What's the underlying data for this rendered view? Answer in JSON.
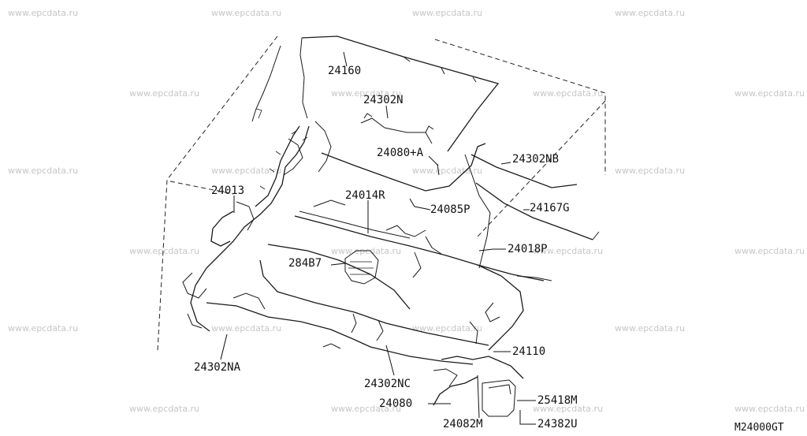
{
  "watermark": "www.epcdata.ru",
  "diagram_ref": "M24000GT",
  "parts": [
    {
      "id": "24160"
    },
    {
      "id": "24302N"
    },
    {
      "id": "24080+A"
    },
    {
      "id": "24302NB"
    },
    {
      "id": "24013"
    },
    {
      "id": "24014R"
    },
    {
      "id": "24085P"
    },
    {
      "id": "24167G"
    },
    {
      "id": "24018P"
    },
    {
      "id": "284B7"
    },
    {
      "id": "24110"
    },
    {
      "id": "24302NA"
    },
    {
      "id": "24302NC"
    },
    {
      "id": "25418M"
    },
    {
      "id": "24080"
    },
    {
      "id": "24082M"
    },
    {
      "id": "24382U"
    }
  ]
}
